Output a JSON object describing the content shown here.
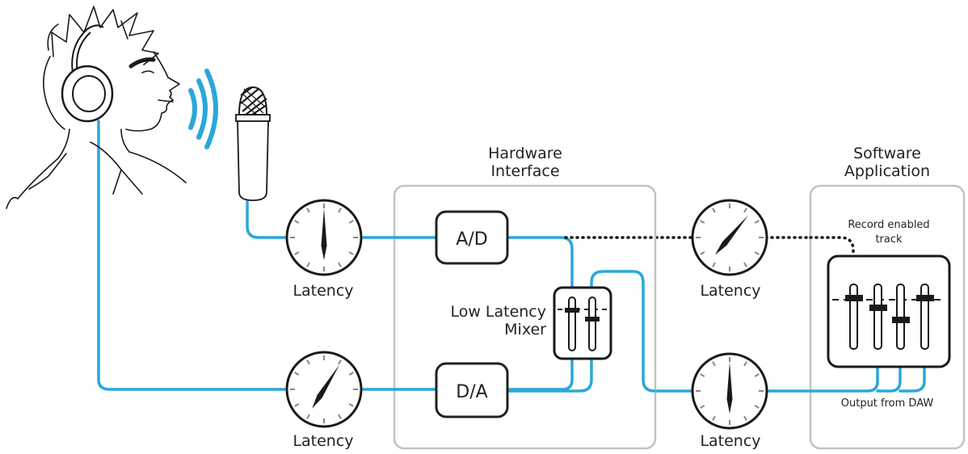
{
  "hardware_interface": {
    "title_line1": "Hardware",
    "title_line2": "Interface"
  },
  "software_application": {
    "title_line1": "Software",
    "title_line2": "Application"
  },
  "blocks": {
    "ad": "A/D",
    "da": "D/A"
  },
  "mixer": {
    "label_line1": "Low Latency",
    "label_line2": "Mixer"
  },
  "latency_label": "Latency",
  "record_track": {
    "label_line1": "Record enabled",
    "label_line2": "track"
  },
  "output_label": "Output from DAW",
  "colors": {
    "signal": "#2aa7da",
    "box_border": "#c2c2c2",
    "ink": "#1a1a1a"
  },
  "icons": [
    "singer-with-headphones-icon",
    "sound-waves-icon",
    "microphone-icon",
    "latency-gauge-icon",
    "fader-icon"
  ]
}
